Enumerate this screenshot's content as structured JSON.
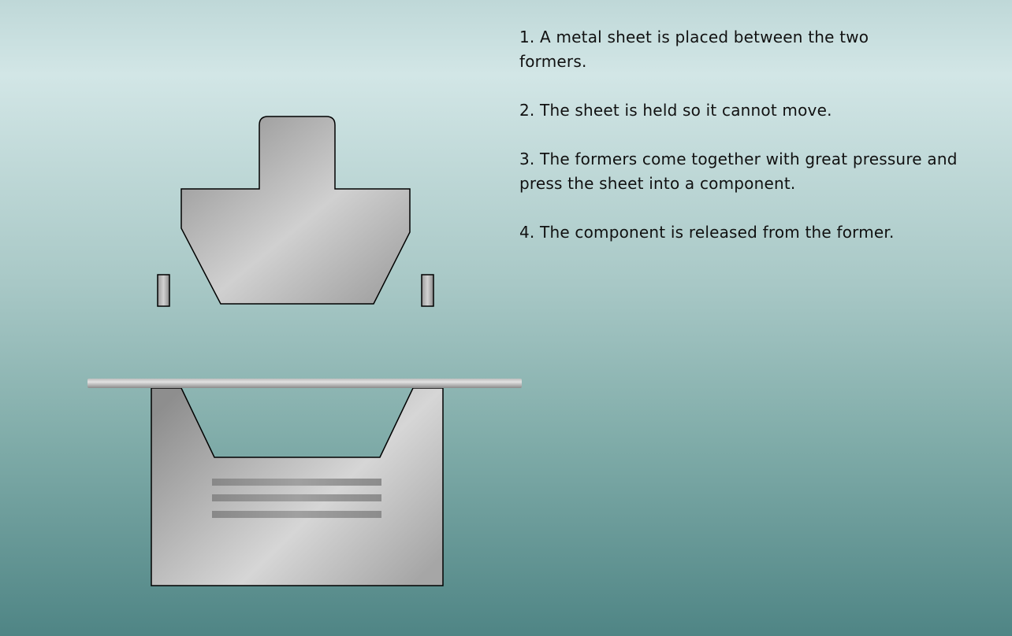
{
  "steps": [
    {
      "text": "1. A metal sheet is placed between the two formers."
    },
    {
      "text": "2. The sheet is held so it cannot move."
    },
    {
      "text": "3. The formers come together with great pressure and press the sheet into a component."
    },
    {
      "text": "4. The component is released from the former."
    }
  ],
  "colors": {
    "background_top": "#d2e6e6",
    "background_bottom": "#4f8585",
    "metal_dark": "#8f8f8f",
    "metal_light": "#d4d4d4",
    "outline": "#000000",
    "text": "#111111"
  }
}
